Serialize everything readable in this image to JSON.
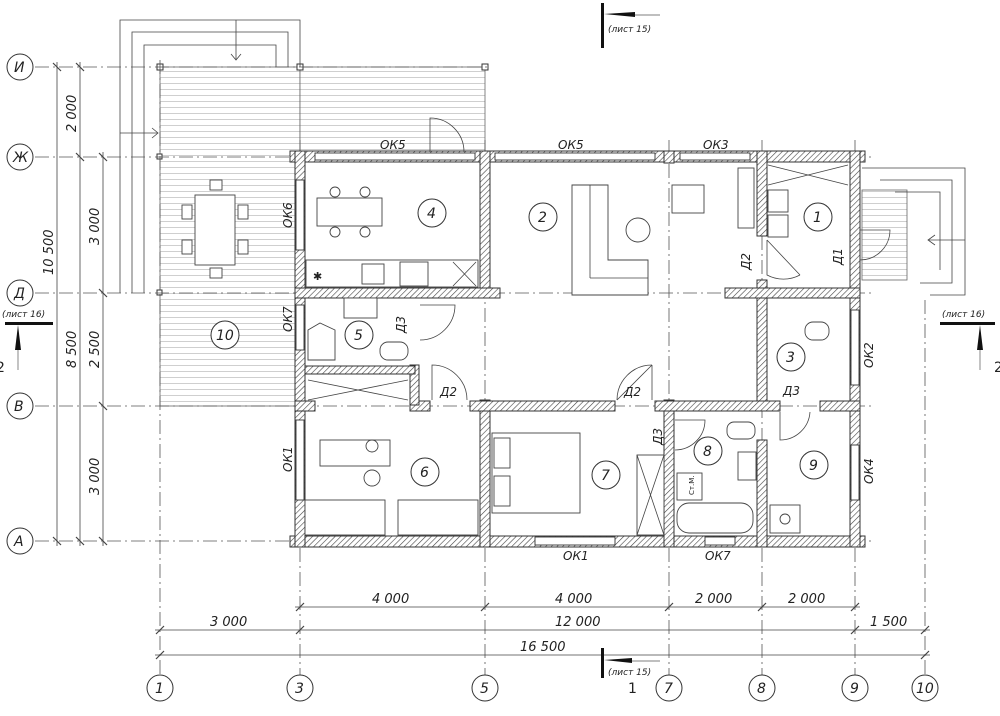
{
  "title": "Floor plan",
  "axes": {
    "rows": [
      "И",
      "Ж",
      "Д",
      "В",
      "А"
    ],
    "columns": [
      "1",
      "3",
      "5",
      "7",
      "8",
      "9",
      "10"
    ]
  },
  "dimensions": {
    "bottom_chain1": [
      "4 000",
      "4 000",
      "2 000",
      "2 000"
    ],
    "bottom_chain2": [
      "3 000",
      "12 000",
      "1 500"
    ],
    "bottom_total": "16 500",
    "left_total": "10 500",
    "left_chain2": [
      "2 000",
      "8 500"
    ],
    "left_chain3": [
      "3 000",
      "2 500",
      "3 000"
    ]
  },
  "rooms": [
    "1",
    "2",
    "3",
    "4",
    "5",
    "6",
    "7",
    "8",
    "9",
    "10"
  ],
  "windows": {
    "ok5_a": "ОК5",
    "ok5_b": "ОК5",
    "ok3": "ОК3",
    "ok6": "ОК6",
    "ok7_left": "ОК7",
    "ok1_left": "ОК1",
    "ok1_bottom": "ОК1",
    "ok7_bottom": "ОК7",
    "ok2": "ОК2",
    "ok4": "ОК4"
  },
  "doors": {
    "d2_hall": "Д2",
    "d1": "Д1",
    "d3_bath5": "Д3",
    "d2_room6": "Д2",
    "d2_room7": "Д2",
    "d3_room9": "Д3",
    "d3_room8": "Д3"
  },
  "labels": {
    "washer": "Ст.М."
  },
  "sections": {
    "top_ref": "(лист 15)",
    "bottom_ref": "(лист 15)",
    "bottom_num": "1",
    "left_ref": "(лист 16)",
    "left_num": "2",
    "right_ref": "(лист 16)",
    "right_num": "2"
  }
}
